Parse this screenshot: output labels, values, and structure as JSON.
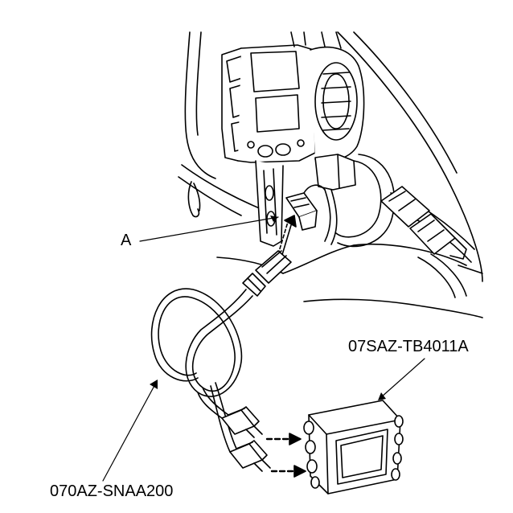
{
  "callouts": {
    "connector": "A",
    "breakout_box_part": "07SAZ-TB4011A",
    "harness_part": "070AZ-SNAA200"
  },
  "colors": {
    "line": "#000000",
    "background": "#ffffff",
    "fill": "#ffffff"
  }
}
